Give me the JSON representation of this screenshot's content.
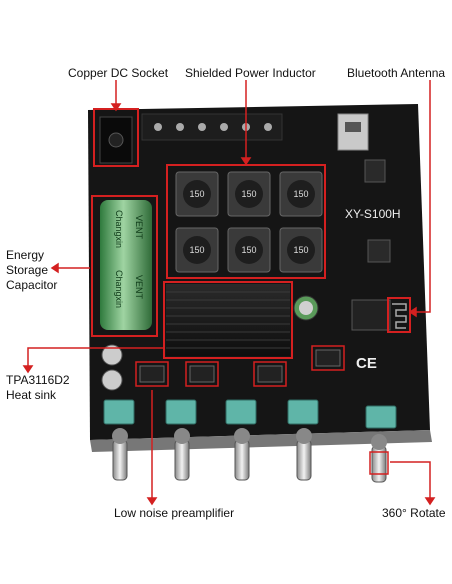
{
  "labels": {
    "copper_dc_socket": "Copper DC Socket",
    "shielded_power_inductor": "Shielded Power Inductor",
    "bluetooth_antenna": "Bluetooth Antenna",
    "energy_storage_capacitor": [
      "Energy",
      "Storage",
      "Capacitor"
    ],
    "tpa_heat_sink": [
      "TPA3116D2",
      "Heat sink"
    ],
    "low_noise_preamplifier": "Low noise preamplifier",
    "rotate_360": "360° Rotate"
  },
  "board": {
    "model": "XY-S100H",
    "inductor_marking": "150",
    "capacitor_brand": "Changxin",
    "capacitor_vent": "VENT",
    "ce_mark": "CE"
  },
  "colors": {
    "callout": "#d42020",
    "board": "#151515",
    "knob_base": "#5fb5a8"
  }
}
